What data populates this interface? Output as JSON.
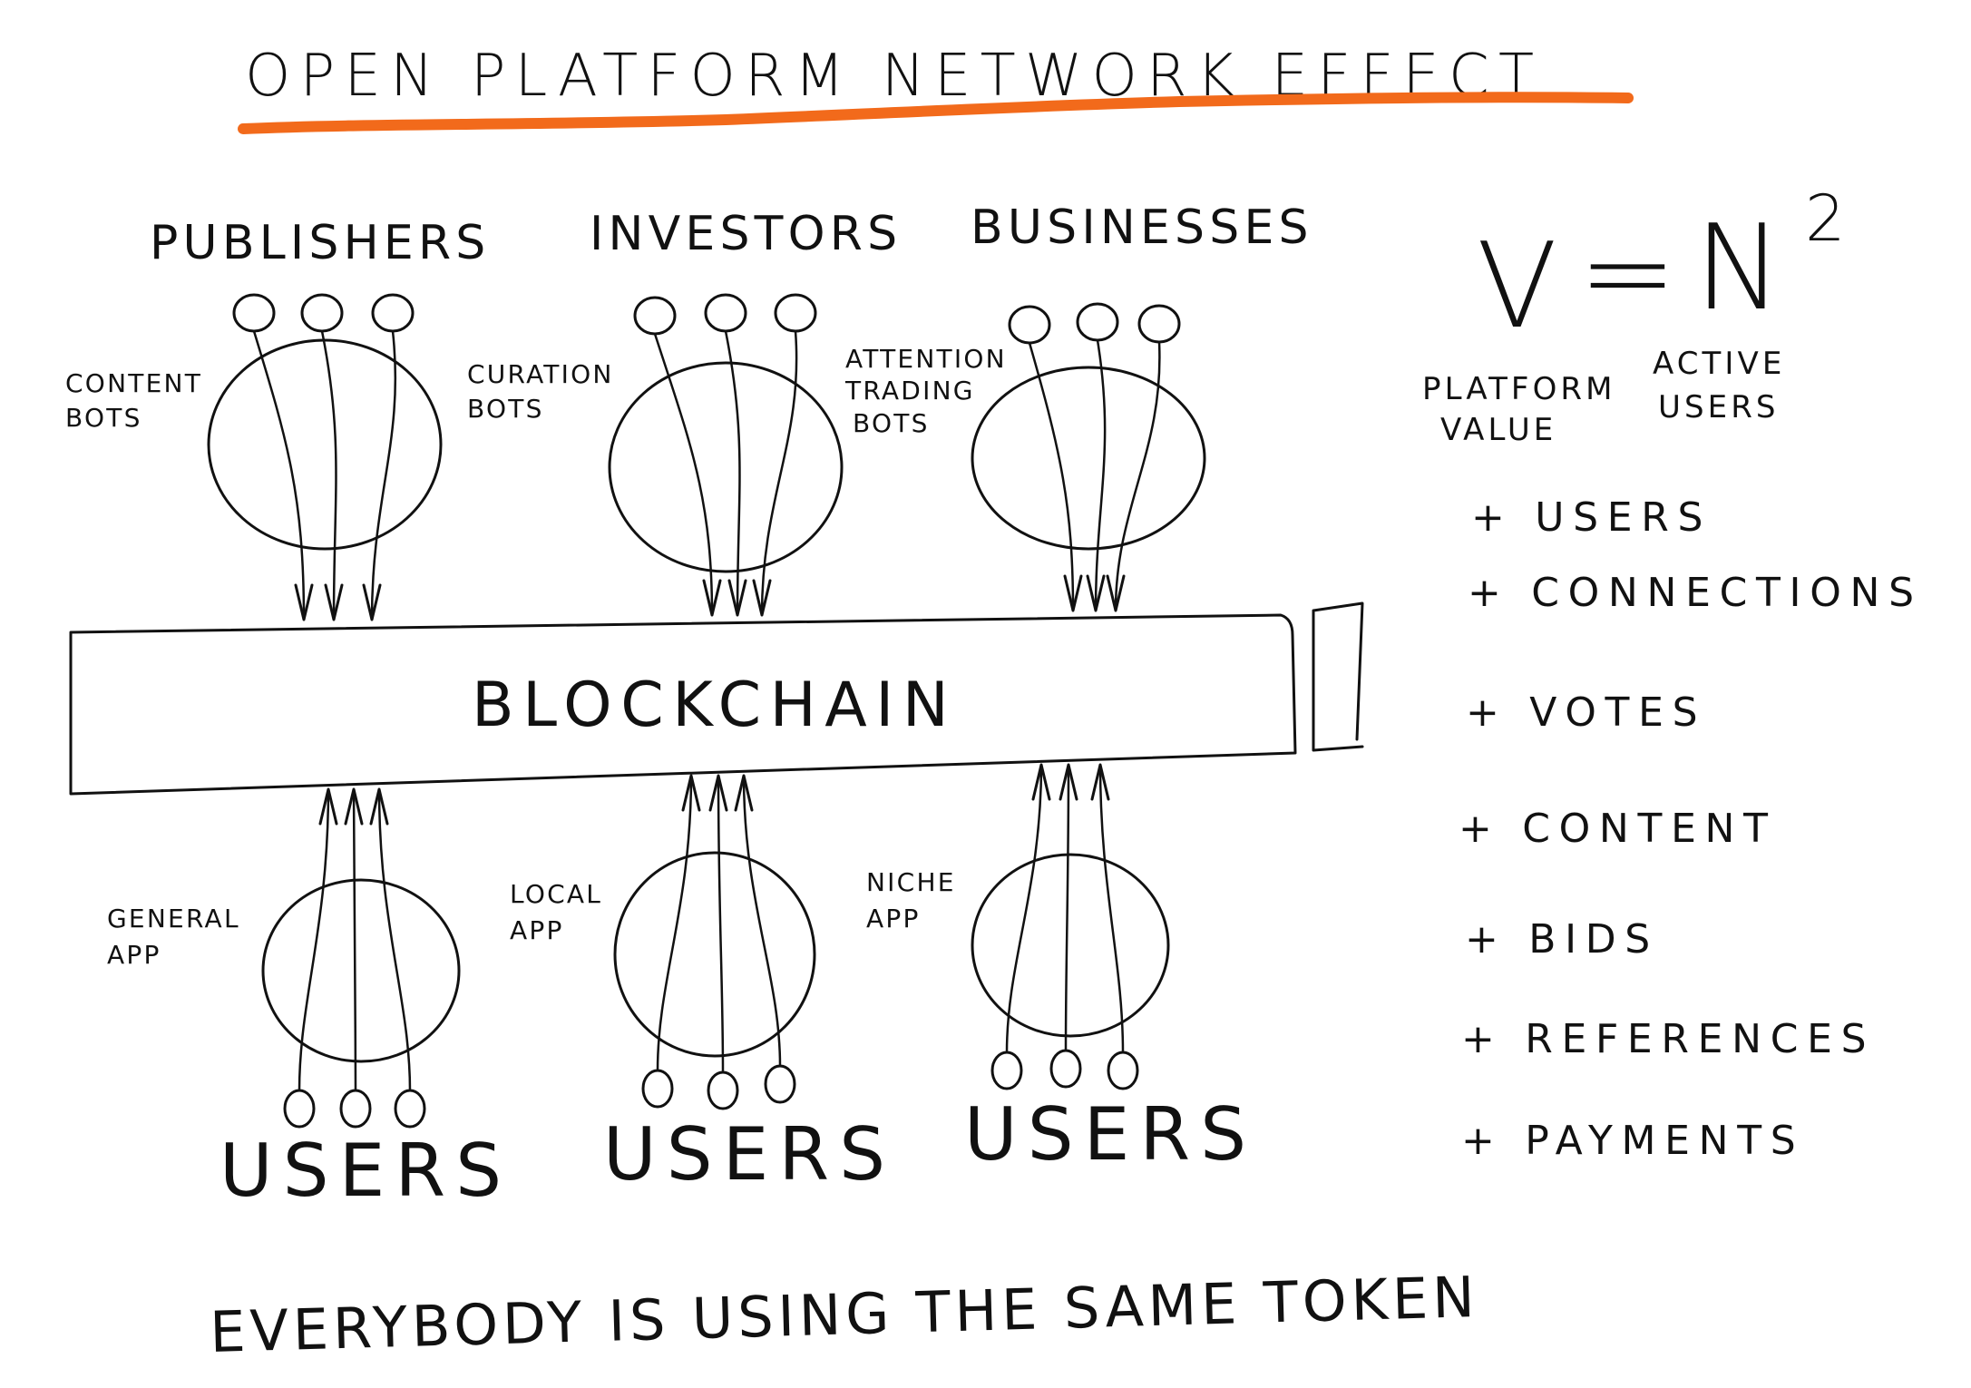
{
  "title": "OPEN PLATFORM NETWORK EFFECT",
  "accent_color": "#f26a1b",
  "top_groups": [
    {
      "heading": "PUBLISHERS",
      "bot_label": [
        "CONTENT",
        "BOTS"
      ]
    },
    {
      "heading": "INVESTORS",
      "bot_label": [
        "CURATION",
        "BOTS"
      ]
    },
    {
      "heading": "BUSINESSES",
      "bot_label": [
        "ATTENTION",
        "TRADING",
        "BOTS"
      ]
    }
  ],
  "blockchain": {
    "label": "BLOCKCHAIN"
  },
  "bottom_groups": [
    {
      "app_label": [
        "GENERAL",
        "APP"
      ],
      "users_label": "USERS"
    },
    {
      "app_label": [
        "LOCAL",
        "APP"
      ],
      "users_label": "USERS"
    },
    {
      "app_label": [
        "NICHE",
        "APP"
      ],
      "users_label": "USERS"
    }
  ],
  "equation": {
    "lhs": "V",
    "equals": "=",
    "rhs": "N",
    "exponent": "2",
    "lhs_label": [
      "PLATFORM",
      "VALUE"
    ],
    "rhs_label": [
      "ACTIVE",
      "USERS"
    ]
  },
  "plus_list": [
    "+ USERS",
    "+ CONNECTIONS",
    "+ VOTES",
    "+ CONTENT",
    "+ BIDS",
    "+ REFERENCES",
    "+ PAYMENTS"
  ],
  "footer": "EVERYBODY IS USING THE SAME TOKEN"
}
